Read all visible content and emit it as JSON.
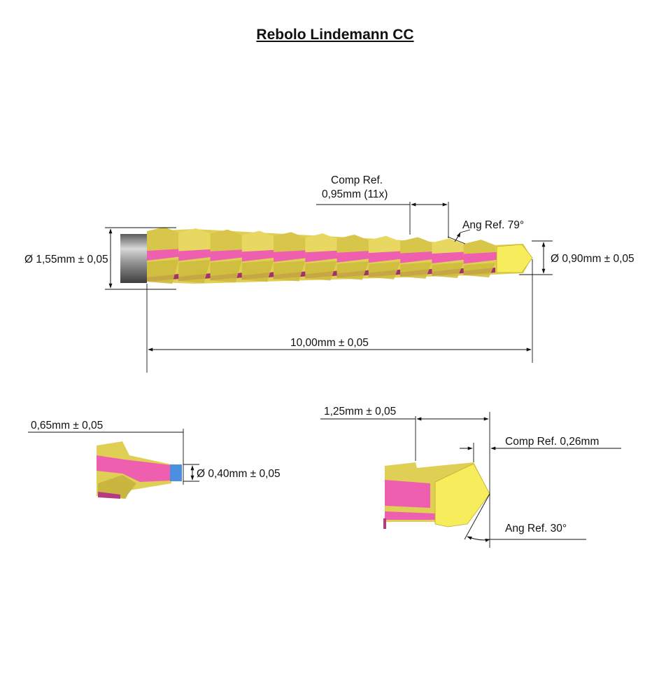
{
  "title": "Rebolo Lindemann CC",
  "main_view": {
    "shank_diameter_label": "Ø 1,55mm ± 0,05",
    "tip_diameter_label": "Ø 0,90mm ± 0,05",
    "total_length_label": "10,00mm ± 0,05",
    "pitch_label_line1": "Comp Ref.",
    "pitch_label_line2": "0,95mm (11x)",
    "flute_angle_label": "Ang Ref. 79°"
  },
  "detail_left": {
    "length_label": "0,65mm ± 0,05",
    "tip_diameter_label": "Ø 0,40mm ± 0,05"
  },
  "detail_right": {
    "length_label": "1,25mm ± 0,05",
    "comp_label": "Comp Ref. 0,26mm",
    "angle_label": "Ang Ref. 30°"
  },
  "colors": {
    "gold": "#e6d65e",
    "gold_dark": "#a99a2a",
    "pink": "#ee5fb0",
    "pink_dark": "#a0306e",
    "steel": "#9a9a9a",
    "blue": "#4a8fe0",
    "tip_yellow": "#f6ec5c"
  }
}
